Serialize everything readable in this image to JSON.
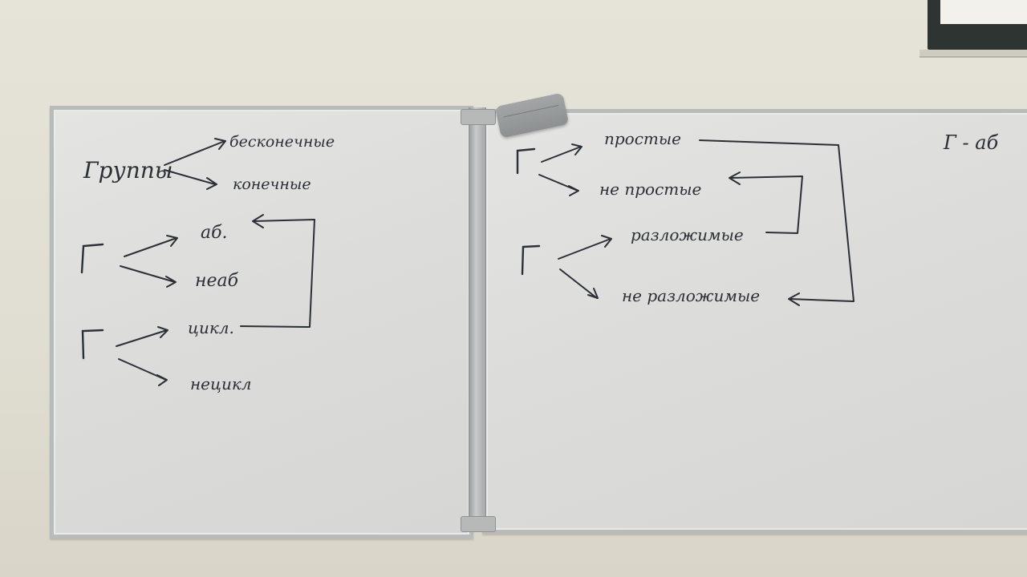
{
  "left_board": {
    "groups_label": "Группы",
    "infinite": "бесконечные",
    "finite": "конечные",
    "ab": "аб.",
    "neab": "неаб",
    "cycl": "цикл.",
    "necycl": "нецикл"
  },
  "right_board": {
    "simple": "простые",
    "not_simple": "не простые",
    "decomposable": "разложимые",
    "not_decomposable": "не разложимые",
    "corner_note": "Г - аб"
  }
}
